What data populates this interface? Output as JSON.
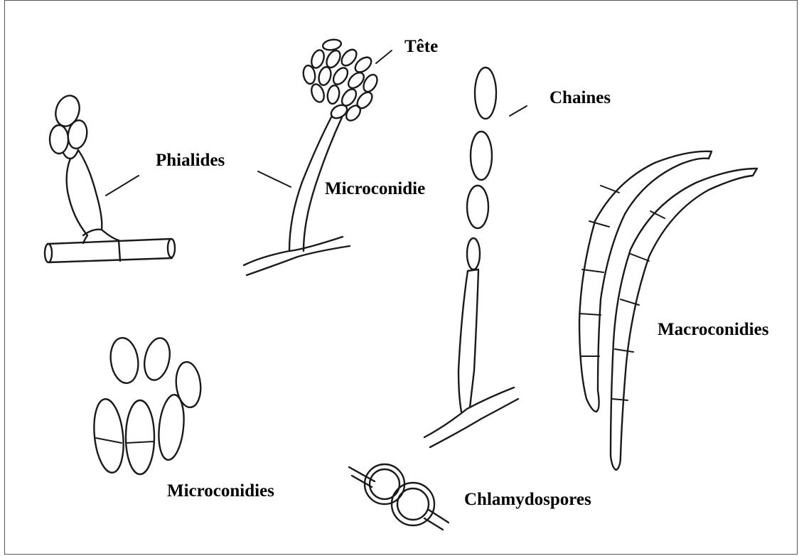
{
  "labels": {
    "tete": "Tête",
    "chaines": "Chaines",
    "phialides": "Phialides",
    "microconidie": "Microconidie",
    "macroconidies": "Macroconidies",
    "microconidies": "Microconidies",
    "chlamydospores": "Chlamydospores"
  },
  "colors": {
    "ink": "#1a1a1a",
    "background": "#ffffff",
    "frame": "#555555"
  }
}
